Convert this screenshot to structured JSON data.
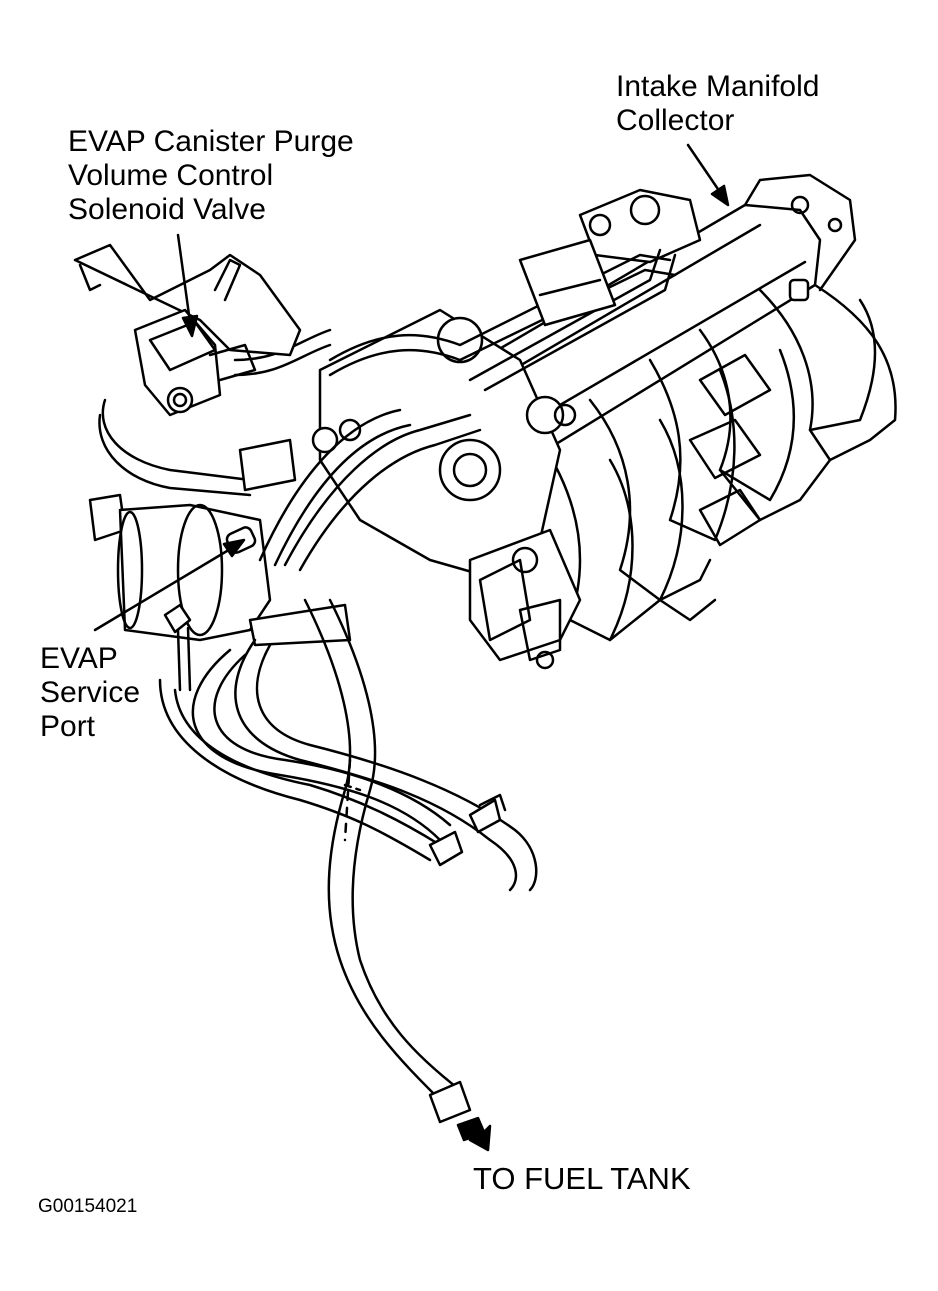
{
  "labels": {
    "intake_manifold_collector": [
      "Intake Manifold",
      "Collector"
    ],
    "evap_purge_valve": [
      "EVAP Canister Purge",
      "Volume Control",
      "Solenoid Valve"
    ],
    "evap_service_port": [
      "EVAP",
      "Service",
      "Port"
    ],
    "to_fuel_tank": "TO FUEL TANK",
    "figure_id": "G00154021"
  },
  "colors": {
    "ink": "#000000",
    "paper": "#ffffff"
  }
}
